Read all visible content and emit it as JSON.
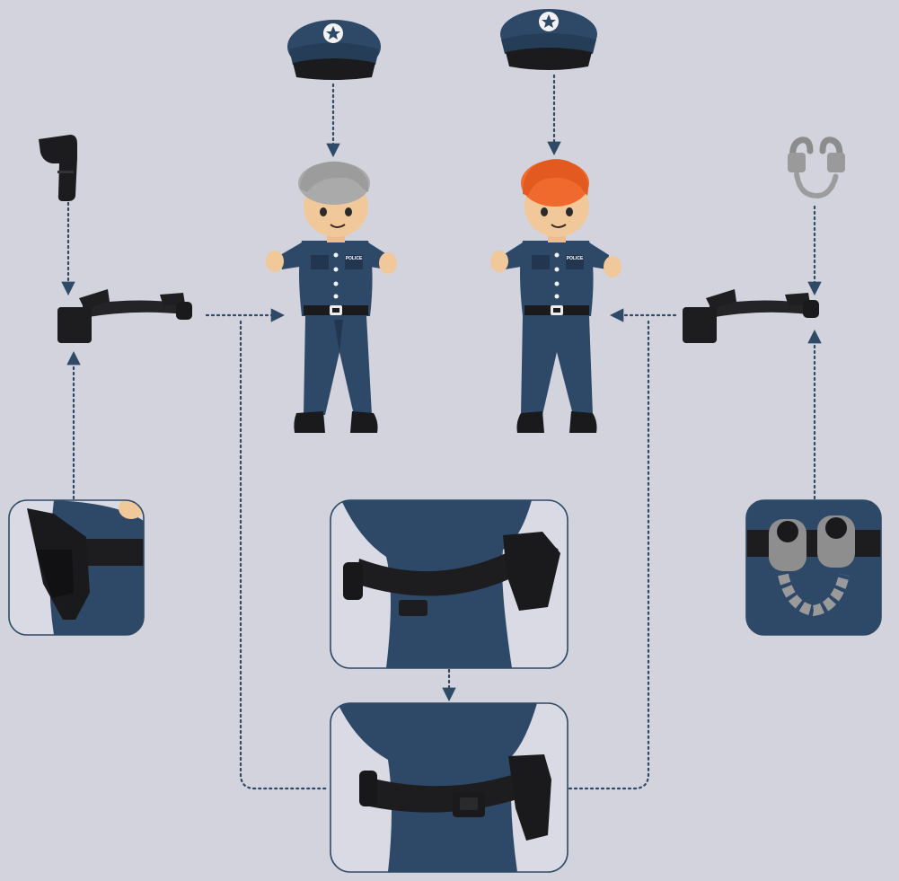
{
  "colors": {
    "background": "#d2d3dd",
    "connector": "#2f4a66",
    "uniform": "#2e4868",
    "uniform_dark": "#22374f",
    "accessory": "#1d1d1f",
    "skin": "#f0c89a",
    "hair_grey": "#a9aaa9",
    "hair_orange": "#ef6a2c",
    "handcuff": "#9a9a9a",
    "panel_border": "#2f4a66"
  },
  "figures": [
    {
      "name": "police-officer-grey-hair",
      "badge_text": "POLICE"
    },
    {
      "name": "police-officer-orange-hair",
      "badge_text": "POLICE"
    }
  ],
  "accessories": [
    "police-cap",
    "police-cap",
    "pistol",
    "handcuffs",
    "duty-belt",
    "duty-belt"
  ],
  "detail_panels": [
    "holster-detail",
    "belt-clasp-open-detail",
    "belt-clasp-closed-detail",
    "handcuff-holder-detail"
  ]
}
